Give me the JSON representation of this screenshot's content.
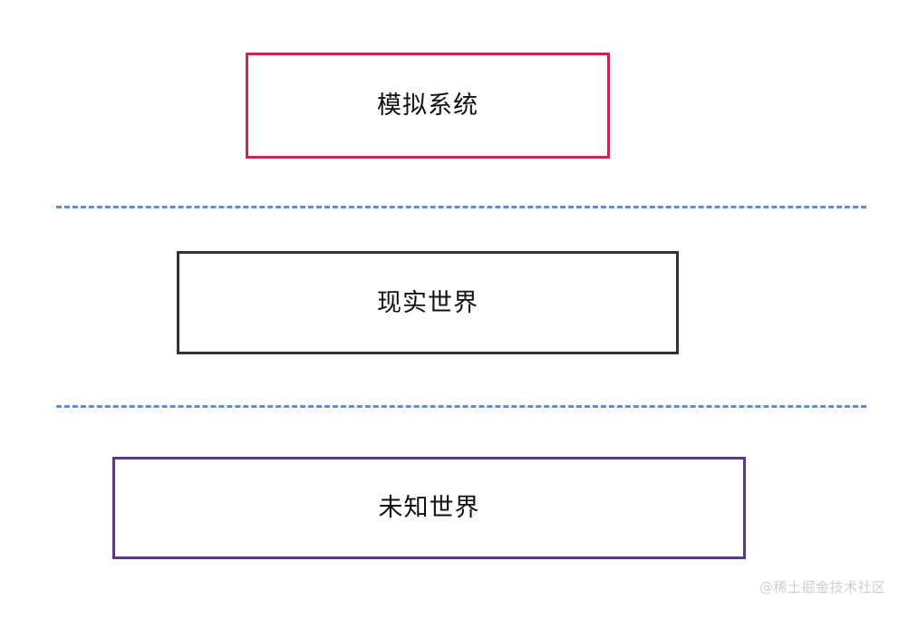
{
  "diagram": {
    "background_color": "#ffffff",
    "boxes": [
      {
        "id": "simulated-system",
        "label": "模拟系统",
        "border_color": "#c22a4e",
        "text_color": "#111111"
      },
      {
        "id": "real-world",
        "label": "现实世界",
        "border_color": "#333333",
        "text_color": "#111111"
      },
      {
        "id": "unknown-world",
        "label": "未知世界",
        "border_color": "#5b3a7e",
        "text_color": "#111111"
      }
    ],
    "dividers": [
      {
        "id": "divider-upper",
        "style": "dashed",
        "color": "#5e8fd4"
      },
      {
        "id": "divider-lower",
        "style": "dashed",
        "color": "#5e8fd4"
      }
    ],
    "watermark": {
      "text": "@稀土掘金技术社区",
      "color": "#cfcfcf"
    }
  }
}
